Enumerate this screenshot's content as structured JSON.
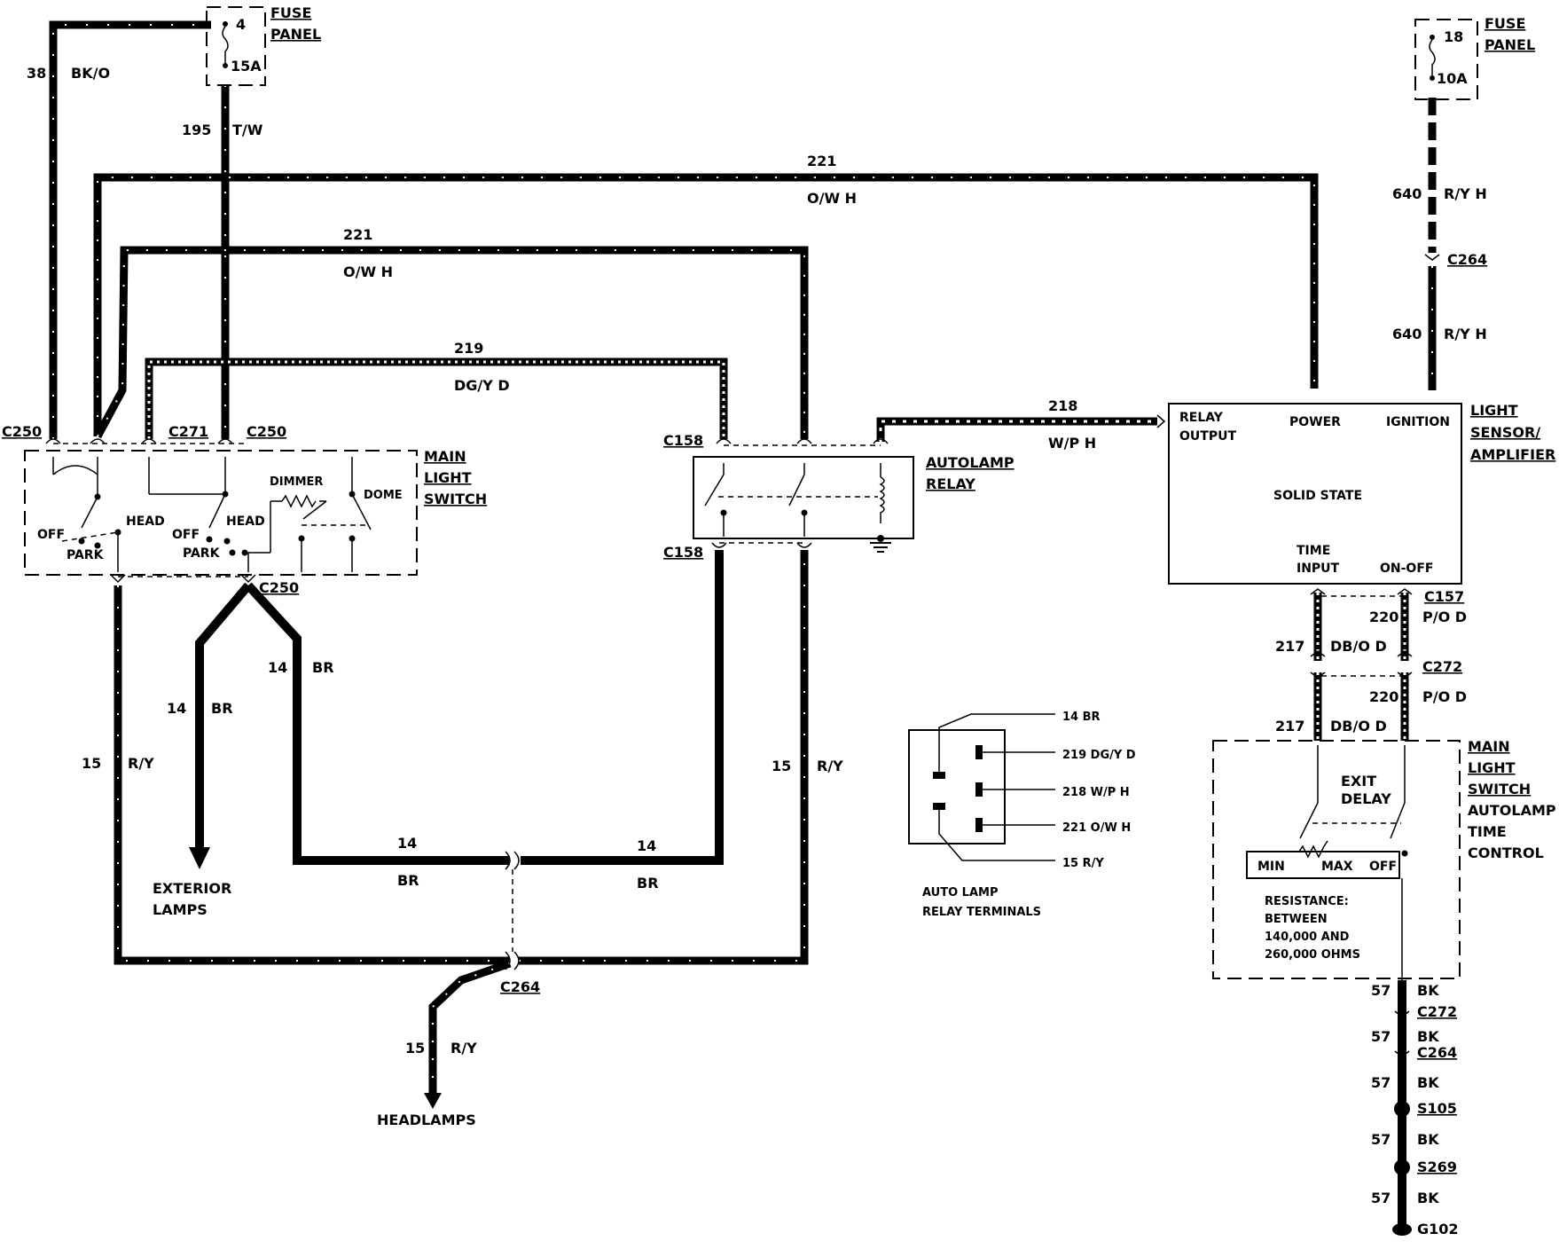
{
  "fuse_left": {
    "label": "FUSE PANEL",
    "number": "4",
    "rating": "15A"
  },
  "fuse_right": {
    "label": "FUSE PANEL",
    "number": "18",
    "rating": "10A"
  },
  "wires": {
    "w38": {
      "num": "38",
      "color": "BK/O"
    },
    "w195": {
      "num": "195",
      "color": "T/W"
    },
    "w221a": {
      "num": "221",
      "color": "O/W H"
    },
    "w221b": {
      "num": "221",
      "color": "O/W H"
    },
    "w219": {
      "num": "219",
      "color": "DG/Y D"
    },
    "w218": {
      "num": "218",
      "color": "W/P H"
    },
    "w640a": {
      "num": "640",
      "color": "R/Y H"
    },
    "w640b": {
      "num": "640",
      "color": "R/Y H"
    },
    "w14a": {
      "num": "14",
      "color": "BR"
    },
    "w14b": {
      "num": "14",
      "color": "BR"
    },
    "w14c": {
      "num": "14",
      "color": "BR"
    },
    "w14d": {
      "num": "14",
      "color": "BR"
    },
    "w15a": {
      "num": "15",
      "color": "R/Y"
    },
    "w15b": {
      "num": "15",
      "color": "R/Y"
    },
    "w15c": {
      "num": "15",
      "color": "R/Y"
    },
    "w217a": {
      "num": "217",
      "color": "DB/O D"
    },
    "w217b": {
      "num": "217",
      "color": "DB/O D"
    },
    "w220a": {
      "num": "220",
      "color": "P/O D"
    },
    "w220b": {
      "num": "220",
      "color": "P/O D"
    },
    "w57a": {
      "num": "57",
      "color": "BK"
    },
    "w57b": {
      "num": "57",
      "color": "BK"
    },
    "w57c": {
      "num": "57",
      "color": "BK"
    },
    "w57d": {
      "num": "57",
      "color": "BK"
    },
    "w57e": {
      "num": "57",
      "color": "BK"
    }
  },
  "connectors": {
    "c250a": "C250",
    "c271": "C271",
    "c250b": "C250",
    "c250c": "C250",
    "c158a": "C158",
    "c158b": "C158",
    "c264a": "C264",
    "c264b": "C264",
    "c264c": "C264",
    "c157": "C157",
    "c272a": "C272",
    "c272b": "C272",
    "s105": "S105",
    "s269": "S269",
    "g102": "G102"
  },
  "main_switch": {
    "title1": "MAIN",
    "title2": "LIGHT",
    "title3": "SWITCH",
    "off1": "OFF",
    "head1": "HEAD",
    "park1": "PARK",
    "off2": "OFF",
    "head2": "HEAD",
    "park2": "PARK",
    "dimmer": "DIMMER",
    "dome": "DOME"
  },
  "relay": {
    "title1": "AUTOLAMP",
    "title2": "RELAY"
  },
  "sensor": {
    "title1": "LIGHT",
    "title2": "SENSOR/",
    "title3": "AMPLIFIER",
    "relay_output1": "RELAY",
    "relay_output2": "OUTPUT",
    "power": "POWER",
    "ignition": "IGNITION",
    "solid_state": "SOLID STATE",
    "time_input1": "TIME",
    "time_input2": "INPUT",
    "on_off": "ON-OFF"
  },
  "time_control": {
    "title1": "MAIN",
    "title2": "LIGHT",
    "title3": "SWITCH",
    "title4": "AUTOLAMP",
    "title5": "TIME",
    "title6": "CONTROL",
    "exit1": "EXIT",
    "exit2": "DELAY",
    "min": "MIN",
    "max": "MAX",
    "off": "OFF",
    "res1": "RESISTANCE:",
    "res2": "BETWEEN",
    "res3": "140,000 AND",
    "res4": "260,000 OHMS"
  },
  "terminals": {
    "t1": "14 BR",
    "t2": "219 DG/Y D",
    "t3": "218 W/P H",
    "t4": "221 O/W H",
    "t5": "15 R/Y",
    "caption1": "AUTO LAMP",
    "caption2": "RELAY TERMINALS"
  },
  "outputs": {
    "ext1": "EXTERIOR",
    "ext2": "LAMPS",
    "headlamps": "HEADLAMPS"
  }
}
